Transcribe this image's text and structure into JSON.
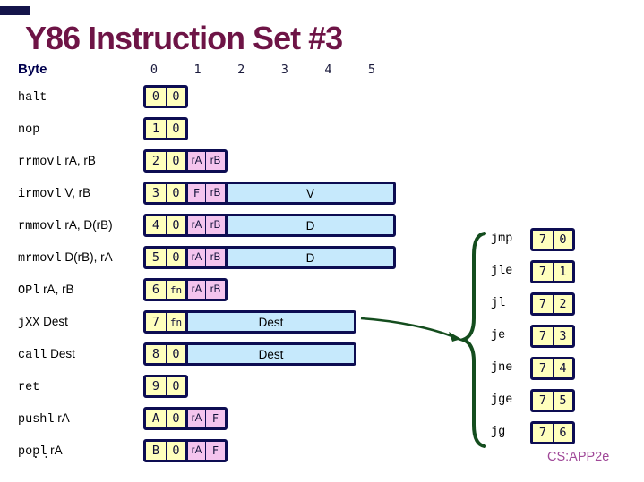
{
  "slide": {
    "title": "Y86 Instruction Set #3",
    "byte_label": "Byte",
    "byte_columns": [
      "0",
      "1",
      "2",
      "3",
      "4",
      "5"
    ],
    "footer": "CS:APP2e",
    "ellipsis": "..",
    "colors": {
      "title": "#6E1446",
      "navy": "#0D0D52",
      "yellow": "#FFFFBD",
      "pink": "#F4C4EE",
      "blue": "#C6E9FC",
      "green": "#144D1E",
      "footer": "#A04898"
    },
    "instructions": [
      {
        "mnemonic": "halt",
        "operands": "",
        "cells": [
          {
            "t": "0",
            "k": "op"
          },
          {
            "t": "0",
            "k": "op"
          }
        ]
      },
      {
        "mnemonic": "nop",
        "operands": "",
        "cells": [
          {
            "t": "1",
            "k": "op"
          },
          {
            "t": "0",
            "k": "op"
          }
        ]
      },
      {
        "mnemonic": "rrmovl",
        "operands": "rA, rB",
        "cells": [
          {
            "t": "2",
            "k": "op"
          },
          {
            "t": "0",
            "k": "op"
          },
          {
            "t": "rA",
            "k": "reg"
          },
          {
            "t": "rB",
            "k": "reg"
          }
        ]
      },
      {
        "mnemonic": "irmovl",
        "operands": "V, rB",
        "cells": [
          {
            "t": "3",
            "k": "op"
          },
          {
            "t": "0",
            "k": "op"
          },
          {
            "t": "F",
            "k": "regf"
          },
          {
            "t": "rB",
            "k": "reg"
          },
          {
            "t": "V",
            "k": "imm"
          }
        ]
      },
      {
        "mnemonic": "rmmovl",
        "operands": "rA, D(rB)",
        "cells": [
          {
            "t": "4",
            "k": "op"
          },
          {
            "t": "0",
            "k": "op"
          },
          {
            "t": "rA",
            "k": "reg"
          },
          {
            "t": "rB",
            "k": "reg"
          },
          {
            "t": "D",
            "k": "imm"
          }
        ]
      },
      {
        "mnemonic": "mrmovl",
        "operands": "D(rB), rA",
        "cells": [
          {
            "t": "5",
            "k": "op"
          },
          {
            "t": "0",
            "k": "op"
          },
          {
            "t": "rA",
            "k": "reg"
          },
          {
            "t": "rB",
            "k": "reg"
          },
          {
            "t": "D",
            "k": "imm"
          }
        ]
      },
      {
        "mnemonic": "OPl",
        "operands": "rA, rB",
        "cells": [
          {
            "t": "6",
            "k": "op"
          },
          {
            "t": "fn",
            "k": "op"
          },
          {
            "t": "rA",
            "k": "reg"
          },
          {
            "t": "rB",
            "k": "reg"
          }
        ]
      },
      {
        "mnemonic": "jXX",
        "operands": "Dest",
        "cells": [
          {
            "t": "7",
            "k": "op"
          },
          {
            "t": "fn",
            "k": "op"
          },
          {
            "t": "Dest",
            "k": "imm"
          }
        ]
      },
      {
        "mnemonic": "call",
        "operands": "Dest",
        "cells": [
          {
            "t": "8",
            "k": "op"
          },
          {
            "t": "0",
            "k": "op"
          },
          {
            "t": "Dest",
            "k": "imm"
          }
        ]
      },
      {
        "mnemonic": "ret",
        "operands": "",
        "cells": [
          {
            "t": "9",
            "k": "op"
          },
          {
            "t": "0",
            "k": "op"
          }
        ]
      },
      {
        "mnemonic": "pushl",
        "operands": "rA",
        "cells": [
          {
            "t": "A",
            "k": "op"
          },
          {
            "t": "0",
            "k": "op"
          },
          {
            "t": "rA",
            "k": "reg"
          },
          {
            "t": "F",
            "k": "regf"
          }
        ]
      },
      {
        "mnemonic": "popl",
        "operands": "rA",
        "cells": [
          {
            "t": "B",
            "k": "op"
          },
          {
            "t": "0",
            "k": "op"
          },
          {
            "t": "rA",
            "k": "reg"
          },
          {
            "t": "F",
            "k": "regf"
          }
        ]
      }
    ],
    "jumps": [
      {
        "name": "jmp",
        "hi": "7",
        "lo": "0"
      },
      {
        "name": "jle",
        "hi": "7",
        "lo": "1"
      },
      {
        "name": "jl",
        "hi": "7",
        "lo": "2"
      },
      {
        "name": "je",
        "hi": "7",
        "lo": "3"
      },
      {
        "name": "jne",
        "hi": "7",
        "lo": "4"
      },
      {
        "name": "jge",
        "hi": "7",
        "lo": "5"
      },
      {
        "name": "jg",
        "hi": "7",
        "lo": "6"
      }
    ]
  }
}
